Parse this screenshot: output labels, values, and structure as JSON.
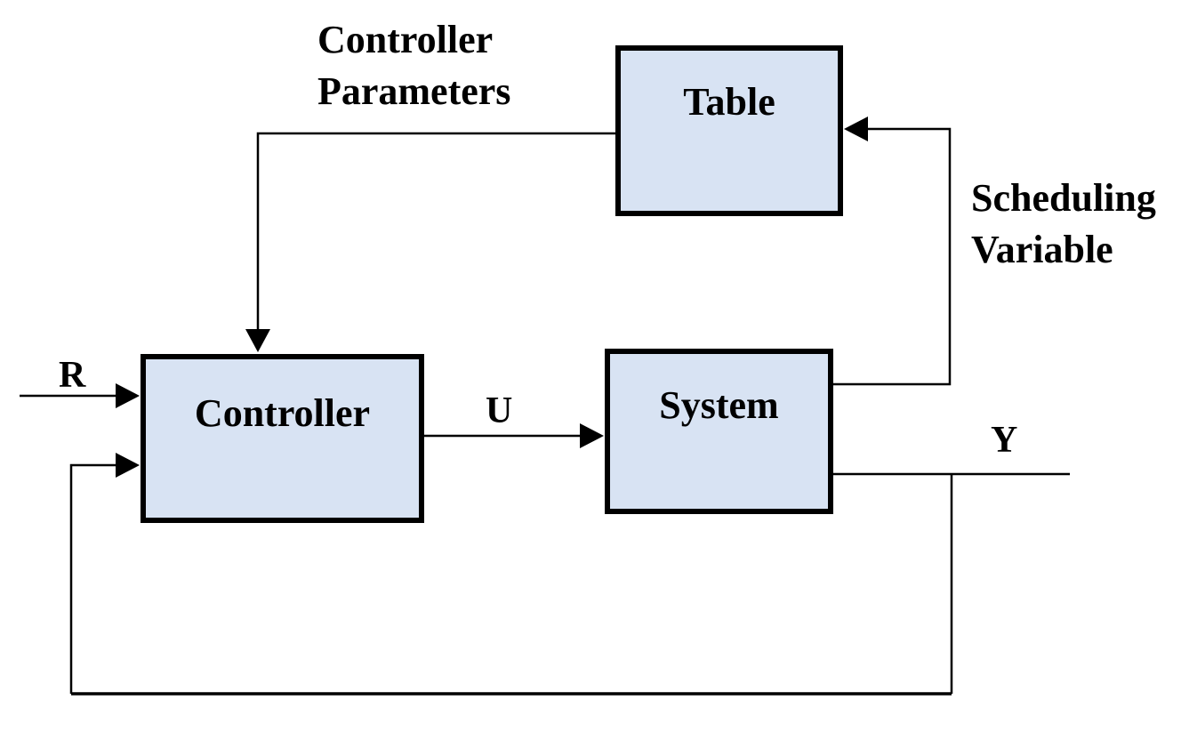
{
  "diagram": {
    "type": "control-system-block-diagram",
    "blocks": {
      "table": {
        "label": "Table"
      },
      "controller": {
        "label": "Controller"
      },
      "system": {
        "label": "System"
      }
    },
    "signals": {
      "reference": "R",
      "control_input": "U",
      "output": "Y"
    },
    "annotations": {
      "controller_parameters": {
        "line1": "Controller",
        "line2": "Parameters"
      },
      "scheduling_variable": {
        "line1": "Scheduling",
        "line2": "Variable"
      }
    },
    "edges": [
      {
        "from": "table",
        "to": "controller",
        "label": "Controller Parameters",
        "arrow": "into controller top"
      },
      {
        "from": "input",
        "to": "controller",
        "label": "R",
        "arrow": "into controller left upper"
      },
      {
        "from": "controller",
        "to": "system",
        "label": "U",
        "arrow": "into system left"
      },
      {
        "from": "system",
        "to": "output",
        "label": "Y",
        "arrow": "none"
      },
      {
        "from": "system",
        "to": "table",
        "label": "Scheduling Variable",
        "arrow": "into table right"
      },
      {
        "from": "output",
        "to": "controller",
        "label": "feedback loop around bottom",
        "arrow": "into controller left lower"
      }
    ]
  },
  "colors": {
    "background": "#ffffff",
    "block_fill": "#d8e3f3",
    "block_border": "#000000",
    "wire": "#000000",
    "text": "#000000"
  }
}
